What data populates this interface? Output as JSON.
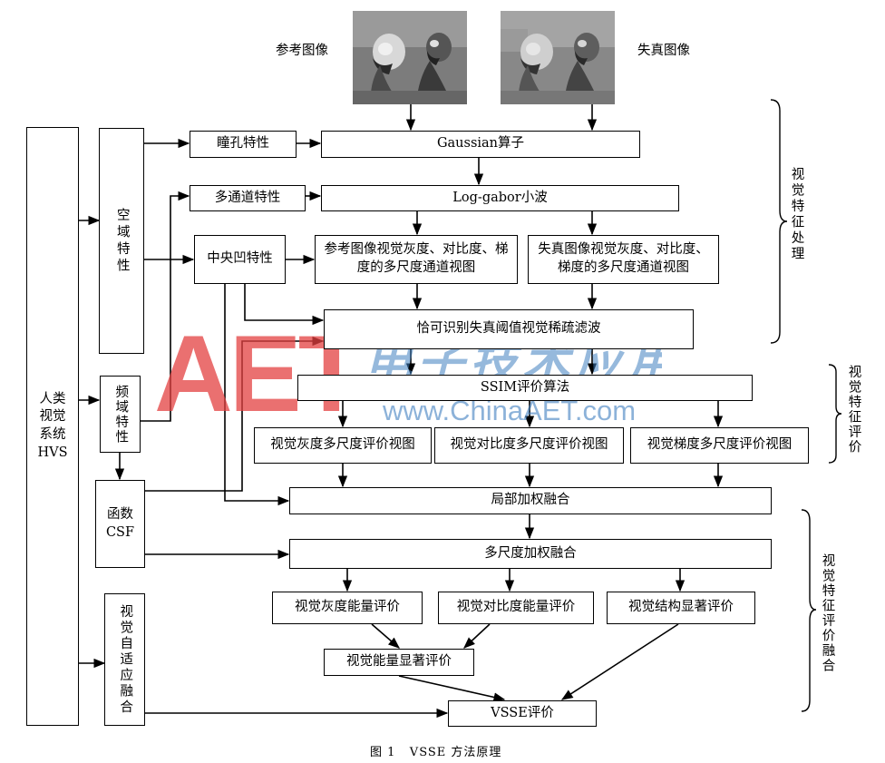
{
  "images": {
    "reference_label": "参考图像",
    "distorted_label": "失真图像"
  },
  "left": {
    "hvs": "人类视觉系统HVS",
    "spatial": "空域特性",
    "frequency": "频域特性",
    "csf": "函数CSF",
    "adaptive": "视觉自适应融合"
  },
  "features": {
    "pupil": "瞳孔特性",
    "multichannel": "多通道特性",
    "fovea": "中央凹特性"
  },
  "process": {
    "gaussian": "Gaussian算子",
    "loggabor": "Log-gabor小波",
    "ref_views": "参考图像视觉灰度、对比度、梯度的多尺度通道视图",
    "dist_views": "失真图像视觉灰度、对比度、梯度的多尺度通道视图",
    "jnd_filter": "恰可识别失真阈值视觉稀疏滤波",
    "ssim": "SSIM评价算法",
    "gray_eval_view": "视觉灰度多尺度评价视图",
    "contrast_eval_view": "视觉对比度多尺度评价视图",
    "gradient_eval_view": "视觉梯度多尺度评价视图",
    "local_fusion": "局部加权融合",
    "multiscale_fusion": "多尺度加权融合",
    "gray_energy": "视觉灰度能量评价",
    "contrast_energy": "视觉对比度能量评价",
    "struct_saliency": "视觉结构显著评价",
    "energy_saliency": "视觉能量显著评价",
    "vsse": "VSSE评价"
  },
  "brackets": {
    "feature_processing": "视觉特征处理",
    "feature_eval": "视觉特征评价",
    "feature_eval_fusion": "视觉特征评价融合"
  },
  "watermark": {
    "logo": "AET",
    "site": "www.ChinaAET.com",
    "calligraphy": "电子技术应用"
  },
  "caption": "图 1   VSSE 方法原理"
}
